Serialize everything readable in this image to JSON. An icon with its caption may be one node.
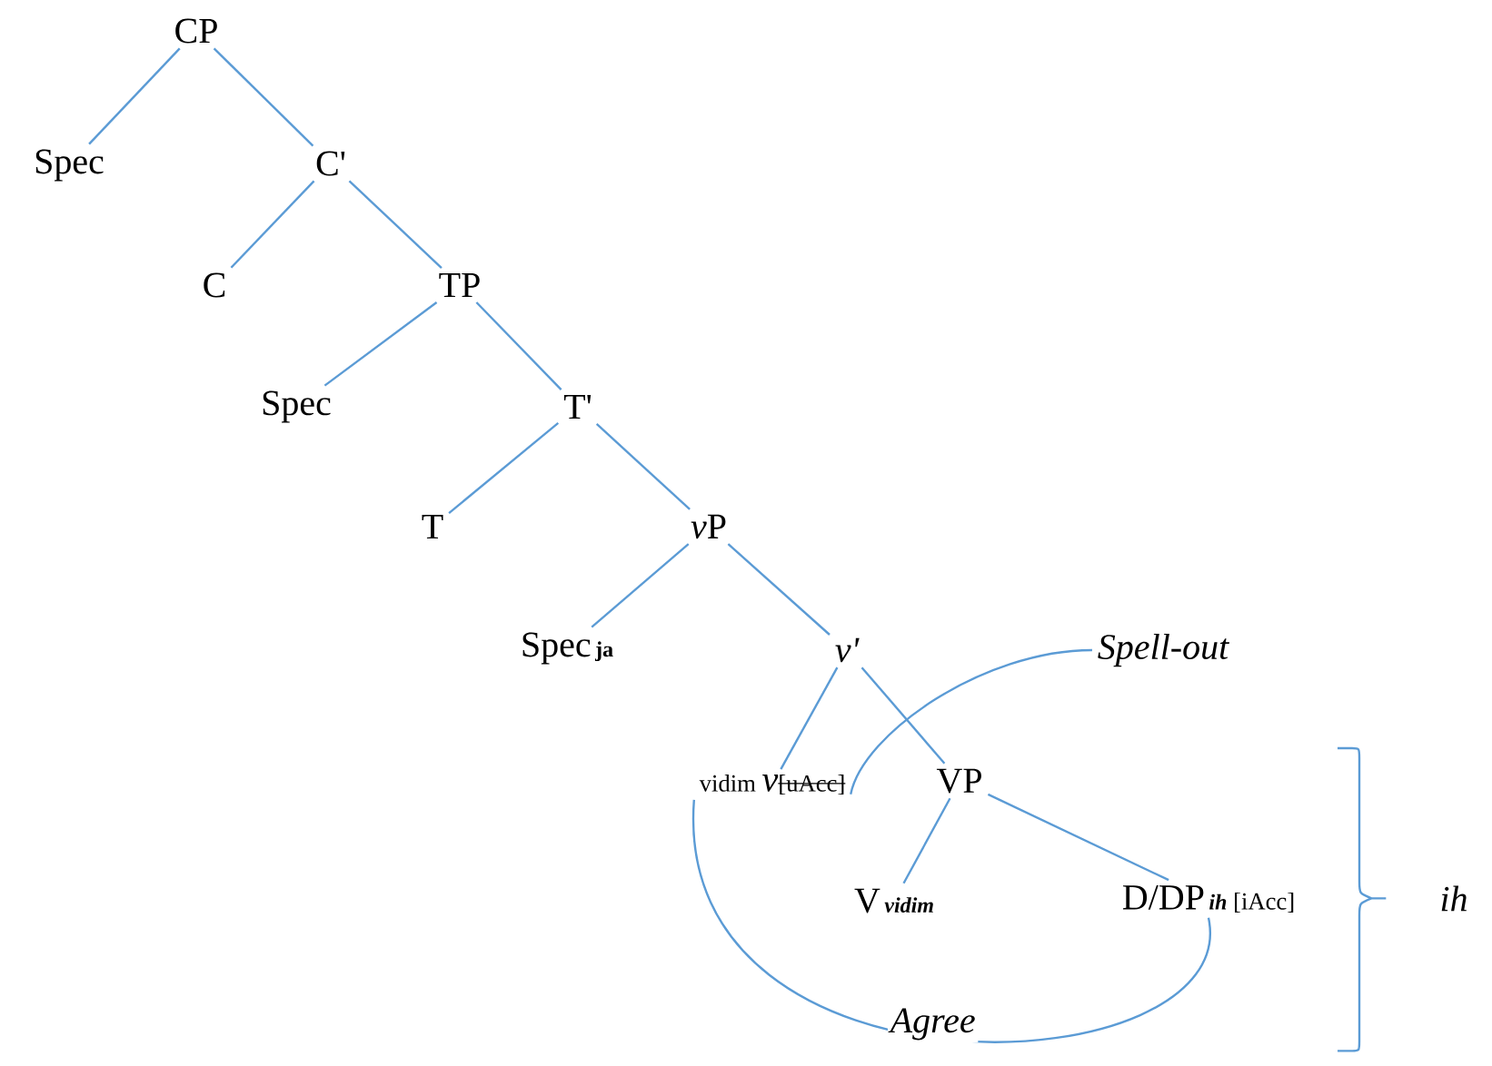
{
  "diagram": {
    "nodes": [
      {
        "text": [
          "CP"
        ]
      },
      {
        "text": [
          "Spec"
        ]
      },
      {
        "text": [
          "C'"
        ]
      },
      {
        "text": [
          "C"
        ]
      },
      {
        "text": [
          "TP"
        ]
      },
      {
        "text": [
          "Spec"
        ]
      },
      {
        "text": [
          "T'"
        ]
      },
      {
        "text": [
          "T"
        ]
      },
      {
        "text": [
          "v",
          "P"
        ]
      },
      {
        "text": [
          "Spec",
          "ja"
        ]
      },
      {
        "text": [
          "v'"
        ]
      },
      {
        "text": [
          "vidim",
          "v",
          "[uAcc]"
        ]
      },
      {
        "text": [
          "VP"
        ]
      },
      {
        "text": [
          "V",
          "vidim"
        ]
      },
      {
        "text": [
          "D/DP",
          "ih",
          "[iAcc]"
        ]
      },
      {
        "text": [
          "Spell-out"
        ]
      }
    ],
    "edges": [
      {
        "from": 0,
        "to": 1,
        "arrow": "none"
      },
      {
        "from": 0,
        "to": 2,
        "arrow": "none"
      },
      {
        "from": 2,
        "to": 3,
        "arrow": "none"
      },
      {
        "from": 2,
        "to": 4,
        "arrow": "none"
      },
      {
        "from": 4,
        "to": 5,
        "arrow": "none"
      },
      {
        "from": 4,
        "to": 6,
        "arrow": "none"
      },
      {
        "from": 6,
        "to": 7,
        "arrow": "none"
      },
      {
        "from": 6,
        "to": 8,
        "arrow": "none"
      },
      {
        "from": 8,
        "to": 9,
        "arrow": "none"
      },
      {
        "from": 8,
        "to": 10,
        "arrow": "none"
      },
      {
        "from": 10,
        "to": 11,
        "arrow": "none"
      },
      {
        "from": 10,
        "to": 12,
        "arrow": "none"
      },
      {
        "from": 12,
        "to": 13,
        "arrow": "none"
      },
      {
        "from": 12,
        "to": 14,
        "arrow": "none"
      },
      {
        "from": 11,
        "to": 14,
        "arrow": "none",
        "label": "Agree"
      },
      {
        "from": 15,
        "to": 11,
        "arrow": "none"
      }
    ],
    "labels": [
      "ih"
    ]
  }
}
